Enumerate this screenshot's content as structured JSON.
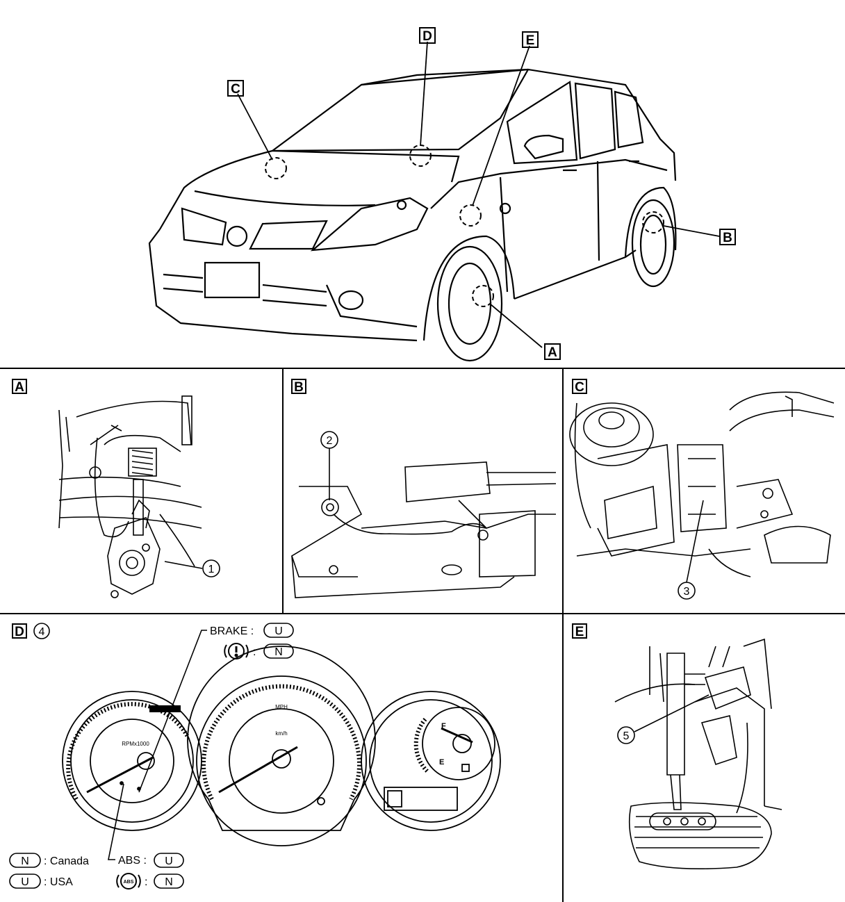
{
  "callouts": {
    "A": "A",
    "B": "B",
    "C": "C",
    "D": "D",
    "E": "E"
  },
  "panels": [
    {
      "label": "A",
      "part_number": "1"
    },
    {
      "label": "B",
      "part_number": "2"
    },
    {
      "label": "C",
      "part_number": "3"
    },
    {
      "label": "D",
      "part_number": "4"
    },
    {
      "label": "E",
      "part_number": "5"
    }
  ],
  "cluster": {
    "brake_label": "BRAKE :",
    "brake_badge": "U",
    "brake_symbol_badge": "N",
    "abs_label": "ABS :",
    "abs_badge": "U",
    "abs_symbol_text": "ABS",
    "abs_symbol_badge": "N",
    "tacho_text": "RPMx1000",
    "speedo_mph": "MPH",
    "speedo_kmh": "km/h",
    "fuel_full": "F",
    "fuel_empty": "E"
  },
  "legend": [
    {
      "badge": "N",
      "text": ": Canada"
    },
    {
      "badge": "U",
      "text": ": USA"
    }
  ]
}
